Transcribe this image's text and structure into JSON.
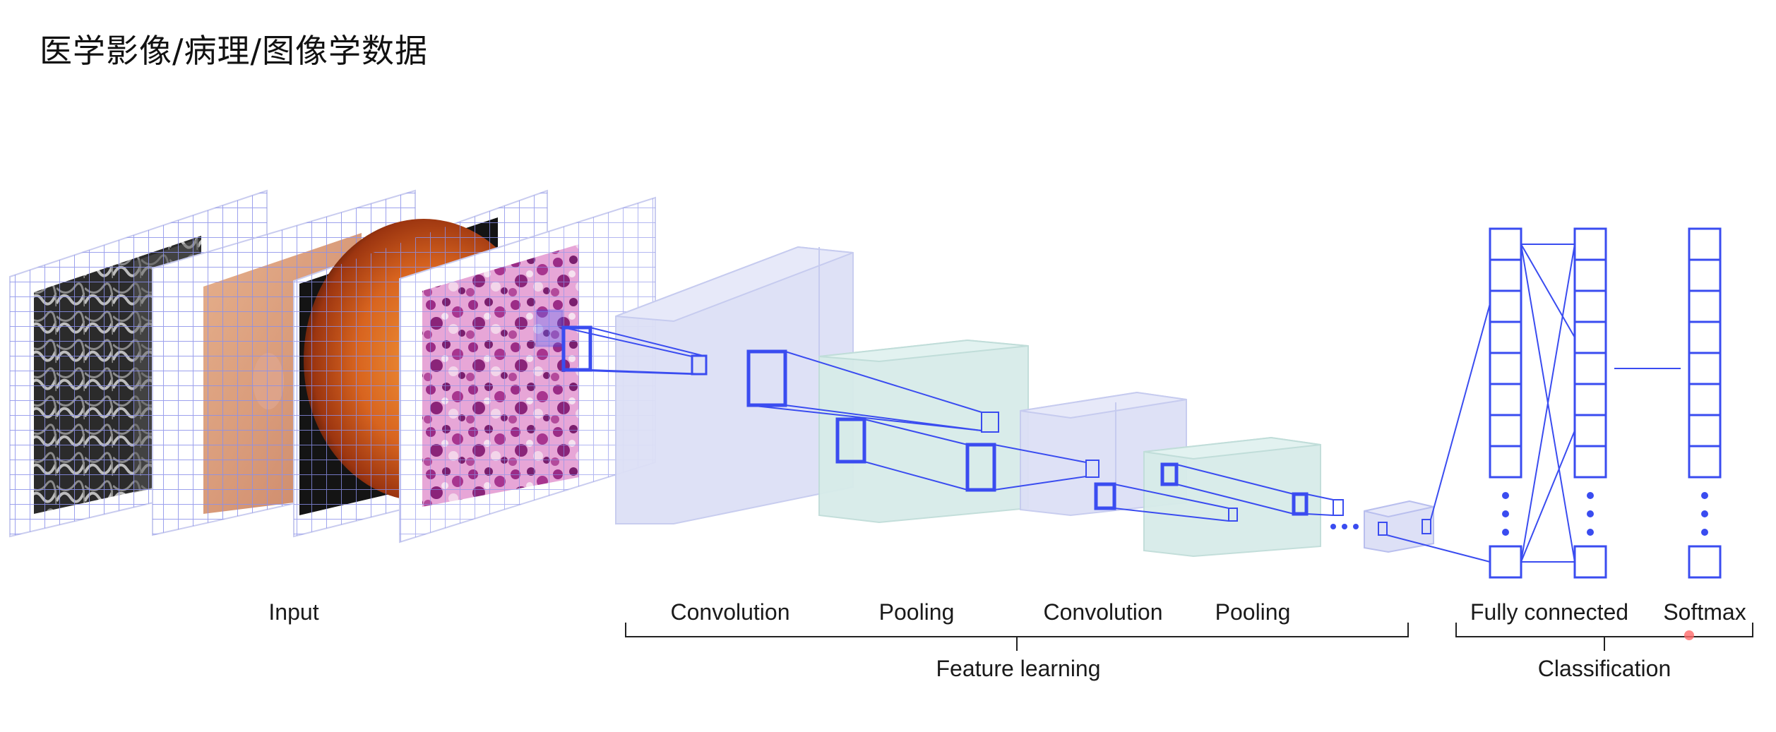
{
  "title": "医学影像/病理/图像学数据",
  "labels": {
    "input": "Input",
    "conv1": "Convolution",
    "pool1": "Pooling",
    "conv2": "Convolution",
    "pool2": "Pooling",
    "fully_connected": "Fully connected",
    "softmax": "Softmax",
    "feature_learning": "Feature learning",
    "classification": "Classification"
  },
  "colors": {
    "wire": "#3a4cf0",
    "conv_block": "#dde0f6",
    "pool_block": "#d7ece9",
    "grid": "#7f86e8"
  }
}
